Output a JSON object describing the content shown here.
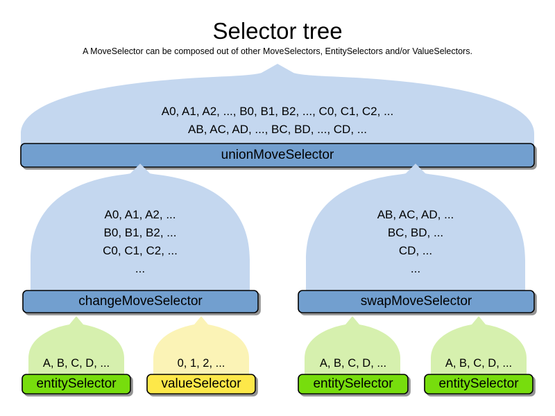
{
  "header": {
    "title": "Selector tree",
    "subtitle": "A MoveSelector can be composed out of other MoveSelectors, EntitySelectors and/or ValueSelectors."
  },
  "colors": {
    "blue_balloon": "#c4d7ef",
    "blue_bar": "#729fcf",
    "green_balloon": "#d6f0ae",
    "green_bar": "#77dd11",
    "yellow_balloon": "#fbf3b6",
    "yellow_bar": "#fde84a",
    "border": "#000000",
    "shadow": "#808080"
  },
  "nodes": {
    "union": {
      "label": "unionMoveSelector",
      "lines": [
        "A0, A1, A2, ..., B0, B1, B2, ..., C0, C1, C2, ...",
        "AB, AC, AD, ..., BC, BD, ..., CD, ..."
      ],
      "type": "move-selector"
    },
    "change": {
      "label": "changeMoveSelector",
      "lines": [
        "A0, A1, A2, ...",
        "B0, B1, B2, ...",
        "C0, C1, C2, ...",
        "..."
      ],
      "type": "move-selector"
    },
    "swap": {
      "label": "swapMoveSelector",
      "lines": [
        "AB, AC, AD, ...",
        "BC, BD, ...",
        "CD, ...",
        "..."
      ],
      "type": "move-selector"
    },
    "change_entity": {
      "label": "entitySelector",
      "lines": [
        "A, B, C, D, ..."
      ],
      "type": "entity-selector"
    },
    "change_value": {
      "label": "valueSelector",
      "lines": [
        "0, 1, 2, ..."
      ],
      "type": "value-selector"
    },
    "swap_entity_left": {
      "label": "entitySelector",
      "lines": [
        "A, B, C, D, ..."
      ],
      "type": "entity-selector"
    },
    "swap_entity_right": {
      "label": "entitySelector",
      "lines": [
        "A, B, C, D, ..."
      ],
      "type": "entity-selector"
    }
  }
}
